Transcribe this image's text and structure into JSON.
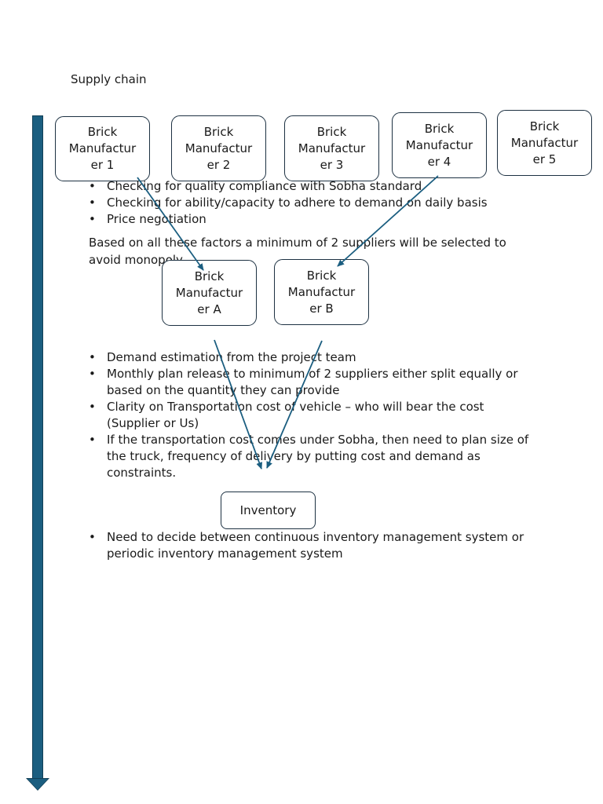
{
  "title": "Supply chain",
  "suppliers": [
    {
      "line1": "Brick",
      "line2": "Manufactur",
      "line3": "er 1"
    },
    {
      "line1": "Brick",
      "line2": "Manufactur",
      "line3": "er 2"
    },
    {
      "line1": "Brick",
      "line2": "Manufactur",
      "line3": "er 3"
    },
    {
      "line1": "Brick",
      "line2": "Manufactur",
      "line3": "er 4"
    },
    {
      "line1": "Brick",
      "line2": "Manufactur",
      "line3": "er 5"
    }
  ],
  "selection_criteria": [
    "Checking for quality compliance with Sobha standard",
    "Checking for ability/capacity to adhere to demand on daily basis",
    "Price negotiation"
  ],
  "selection_note": "Based on all these factors a minimum of 2 suppliers will be selected to avoid monopoly",
  "selected_suppliers": [
    {
      "line1": "Brick",
      "line2": "Manufactur",
      "line3": "er A"
    },
    {
      "line1": "Brick",
      "line2": "Manufactur",
      "line3": "er B"
    }
  ],
  "planning_points": [
    "Demand estimation from the project team",
    "Monthly plan release to minimum of 2 suppliers either split equally or based on the quantity they can provide",
    "Clarity on Transportation cost of vehicle – who will bear the cost (Supplier or Us)",
    "If the transportation cost comes under Sobha, then need to plan size of the truck, frequency of delivery by putting cost and demand as constraints."
  ],
  "inventory_label": "Inventory",
  "inventory_points": [
    "Need to decide between continuous inventory management system or periodic inventory management system"
  ],
  "colors": {
    "arrow": "#1b5e80",
    "timeline": "#1b5e80",
    "node_border": "#1d3142"
  }
}
